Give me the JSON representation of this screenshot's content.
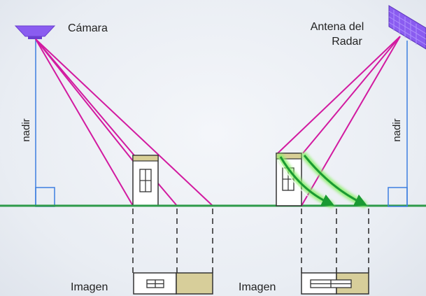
{
  "labels": {
    "camera": "Cámara",
    "radar_line1": "Antena del",
    "radar_line2": "Radar",
    "nadir_left": "nadir",
    "nadir_right": "nadir",
    "image_left": "Imagen",
    "image_right": "Imagen"
  },
  "colors": {
    "ray": "#d21aa0",
    "ground": "#2e9a4a",
    "nadir_line": "#3d7fe0",
    "sensor": "#8a5cf0",
    "arrow_glow": "#8cf06a",
    "arrow_core": "#1a9a32",
    "building_fill": "#ffffff",
    "roof": "#d8cf96",
    "image_fill": "#d7ce9a"
  }
}
